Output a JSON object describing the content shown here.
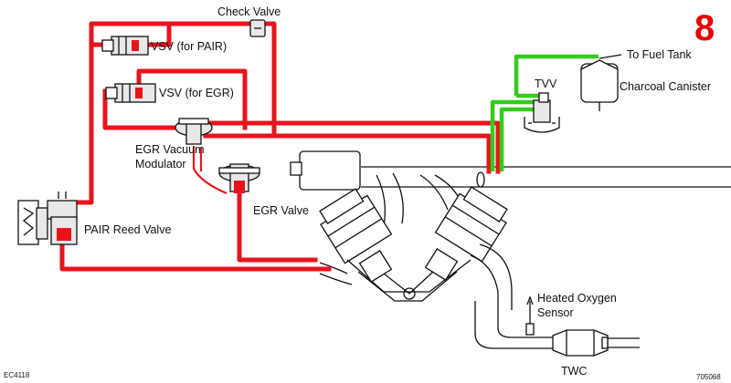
{
  "diagram_number": "8",
  "labels": {
    "check_valve": "Check Valve",
    "vsv_pair": "VSV (for PAIR)",
    "vsv_egr": "VSV (for EGR)",
    "egr_vacuum_modulator_line1": "EGR Vacuum",
    "egr_vacuum_modulator_line2": "Modulator",
    "egr_valve": "EGR Valve",
    "pair_reed_valve": "PAIR Reed Valve",
    "tvv": "TVV",
    "to_fuel_tank": "To Fuel Tank",
    "charcoal_canister": "Charcoal Canister",
    "heated_oxygen_sensor_line1": "Heated Oxygen",
    "heated_oxygen_sensor_line2": "Sensor",
    "twc": "TWC",
    "code_left": "EC4118",
    "code_right": "705068"
  },
  "colors": {
    "vacuum_line": "#e8141c",
    "evap_line": "#33cc1a",
    "outline": "#111111",
    "number": "#e60000"
  }
}
